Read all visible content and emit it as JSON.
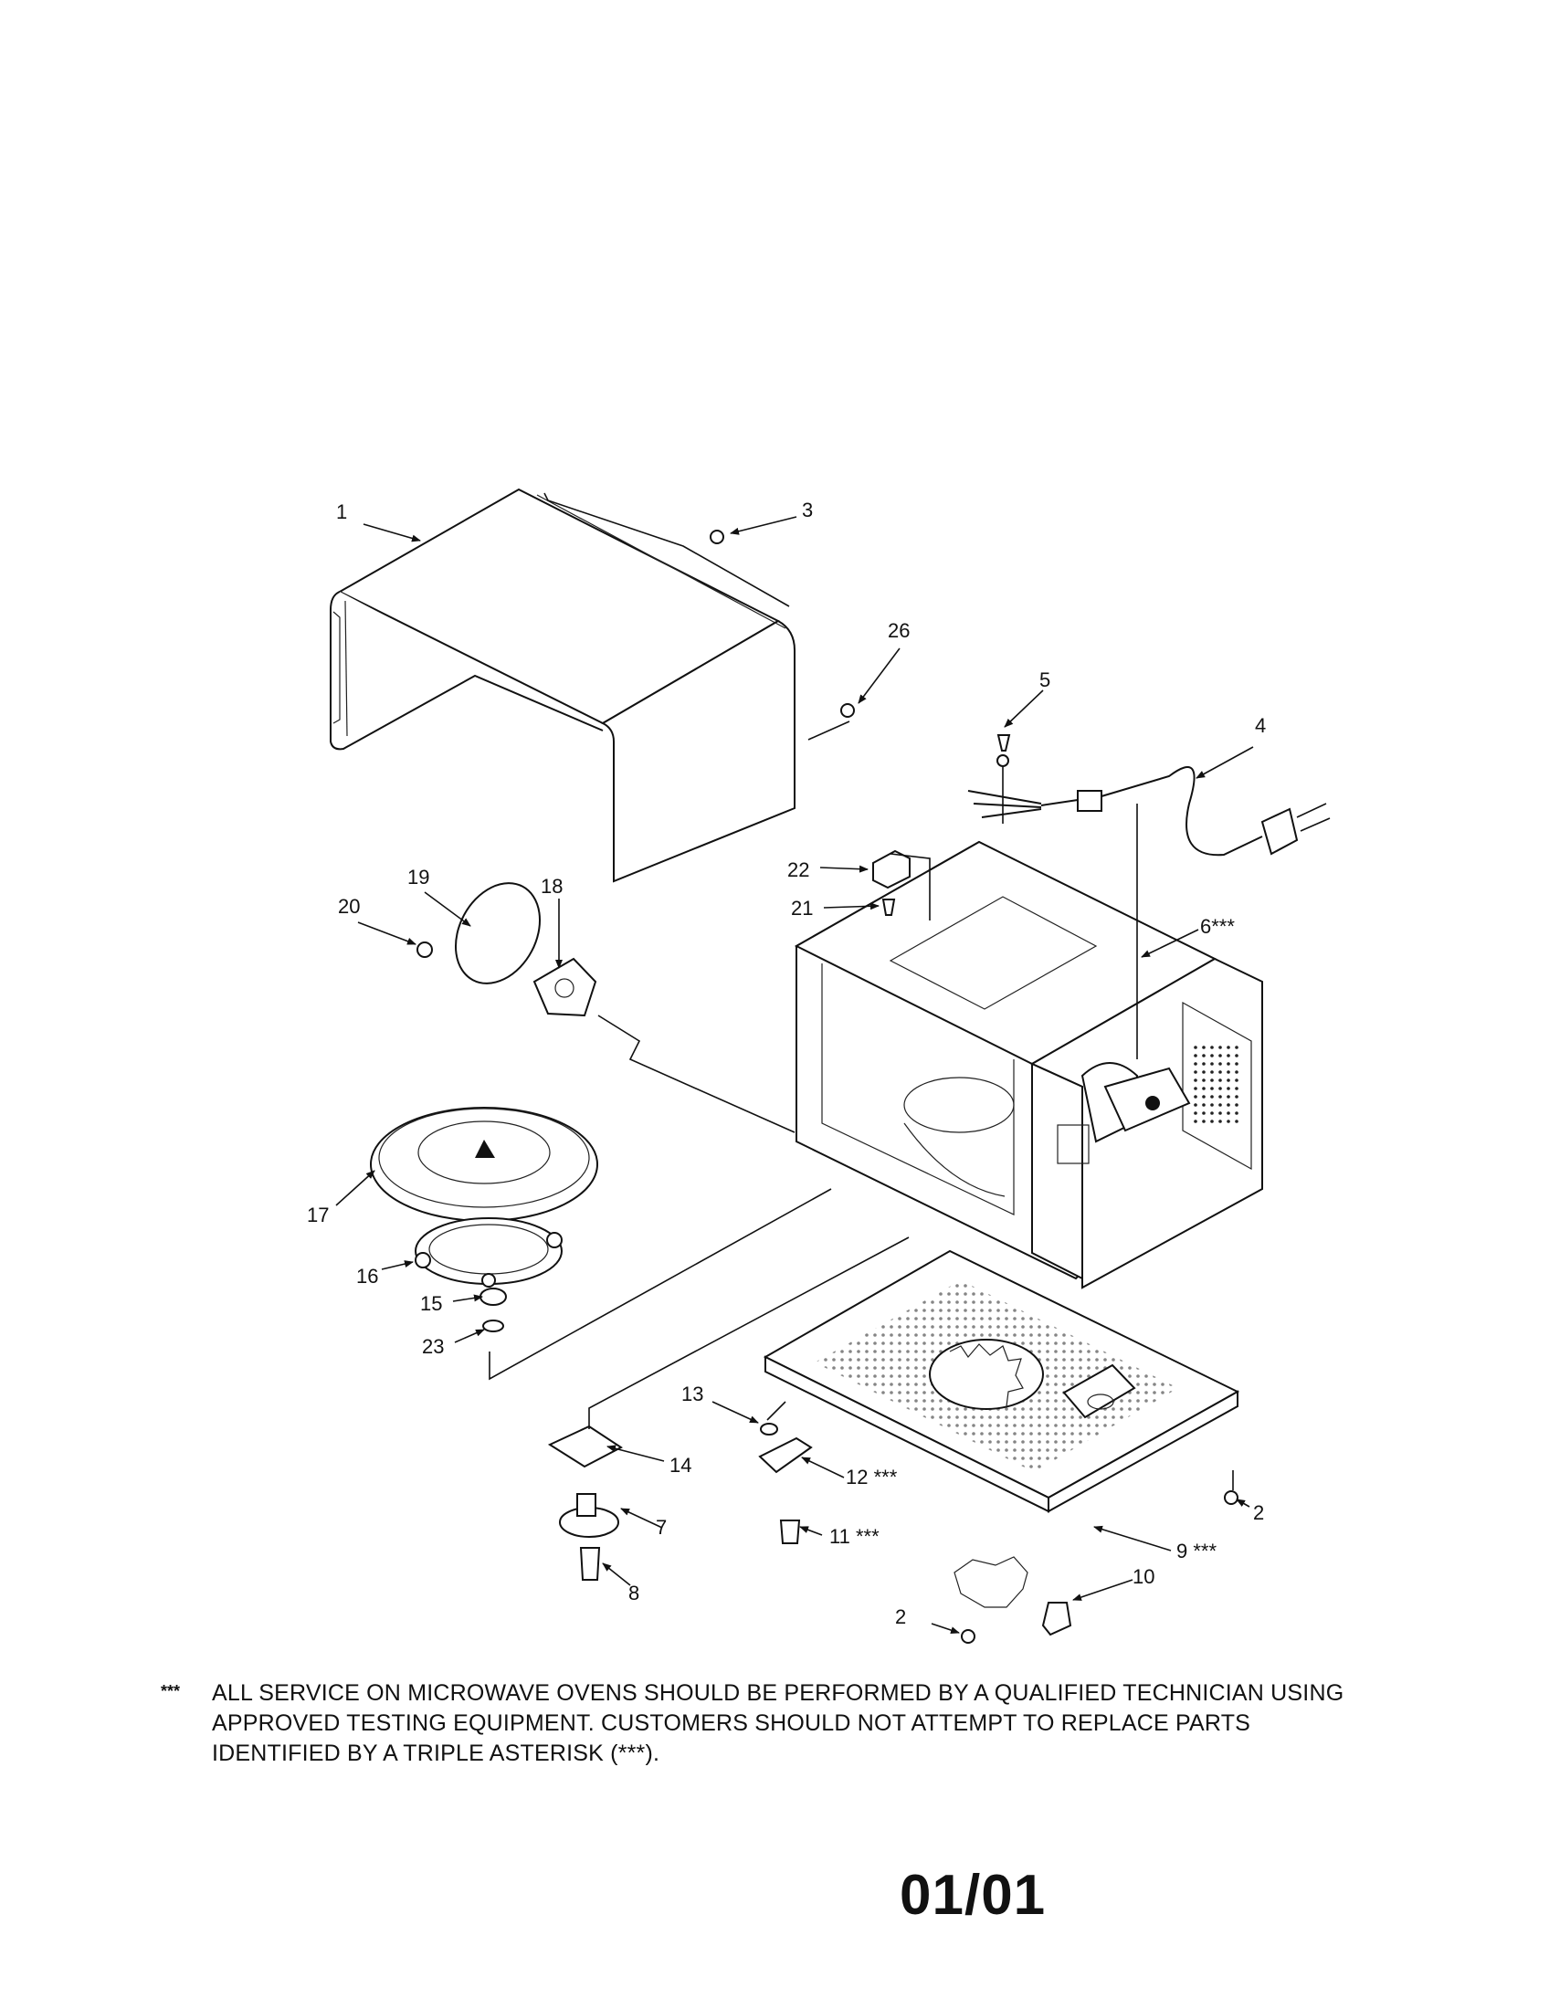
{
  "diagram": {
    "callouts": [
      {
        "id": "1",
        "text": "1"
      },
      {
        "id": "2a",
        "text": "2"
      },
      {
        "id": "2b",
        "text": "2"
      },
      {
        "id": "3",
        "text": "3"
      },
      {
        "id": "4",
        "text": "4"
      },
      {
        "id": "5",
        "text": "5"
      },
      {
        "id": "6",
        "text": "6***"
      },
      {
        "id": "7",
        "text": "7"
      },
      {
        "id": "8",
        "text": "8"
      },
      {
        "id": "9",
        "text": "9 ***"
      },
      {
        "id": "10",
        "text": "10"
      },
      {
        "id": "11",
        "text": "11 ***"
      },
      {
        "id": "12",
        "text": "12 ***"
      },
      {
        "id": "13",
        "text": "13"
      },
      {
        "id": "14",
        "text": "14"
      },
      {
        "id": "15",
        "text": "15"
      },
      {
        "id": "16",
        "text": "16"
      },
      {
        "id": "17",
        "text": "17"
      },
      {
        "id": "18",
        "text": "18"
      },
      {
        "id": "19",
        "text": "19"
      },
      {
        "id": "20",
        "text": "20"
      },
      {
        "id": "21",
        "text": "21"
      },
      {
        "id": "22",
        "text": "22"
      },
      {
        "id": "23",
        "text": "23"
      },
      {
        "id": "26",
        "text": "26"
      }
    ]
  },
  "note": {
    "marker": "***",
    "text": "ALL SERVICE ON MICROWAVE OVENS SHOULD BE PERFORMED BY A QUALIFIED TECHNICIAN USING\nAPPROVED TESTING EQUIPMENT.  CUSTOMERS SHOULD NOT ATTEMPT TO REPLACE PARTS\nIDENTIFIED BY A TRIPLE ASTERISK (***)."
  },
  "page": {
    "number": "01/01"
  }
}
